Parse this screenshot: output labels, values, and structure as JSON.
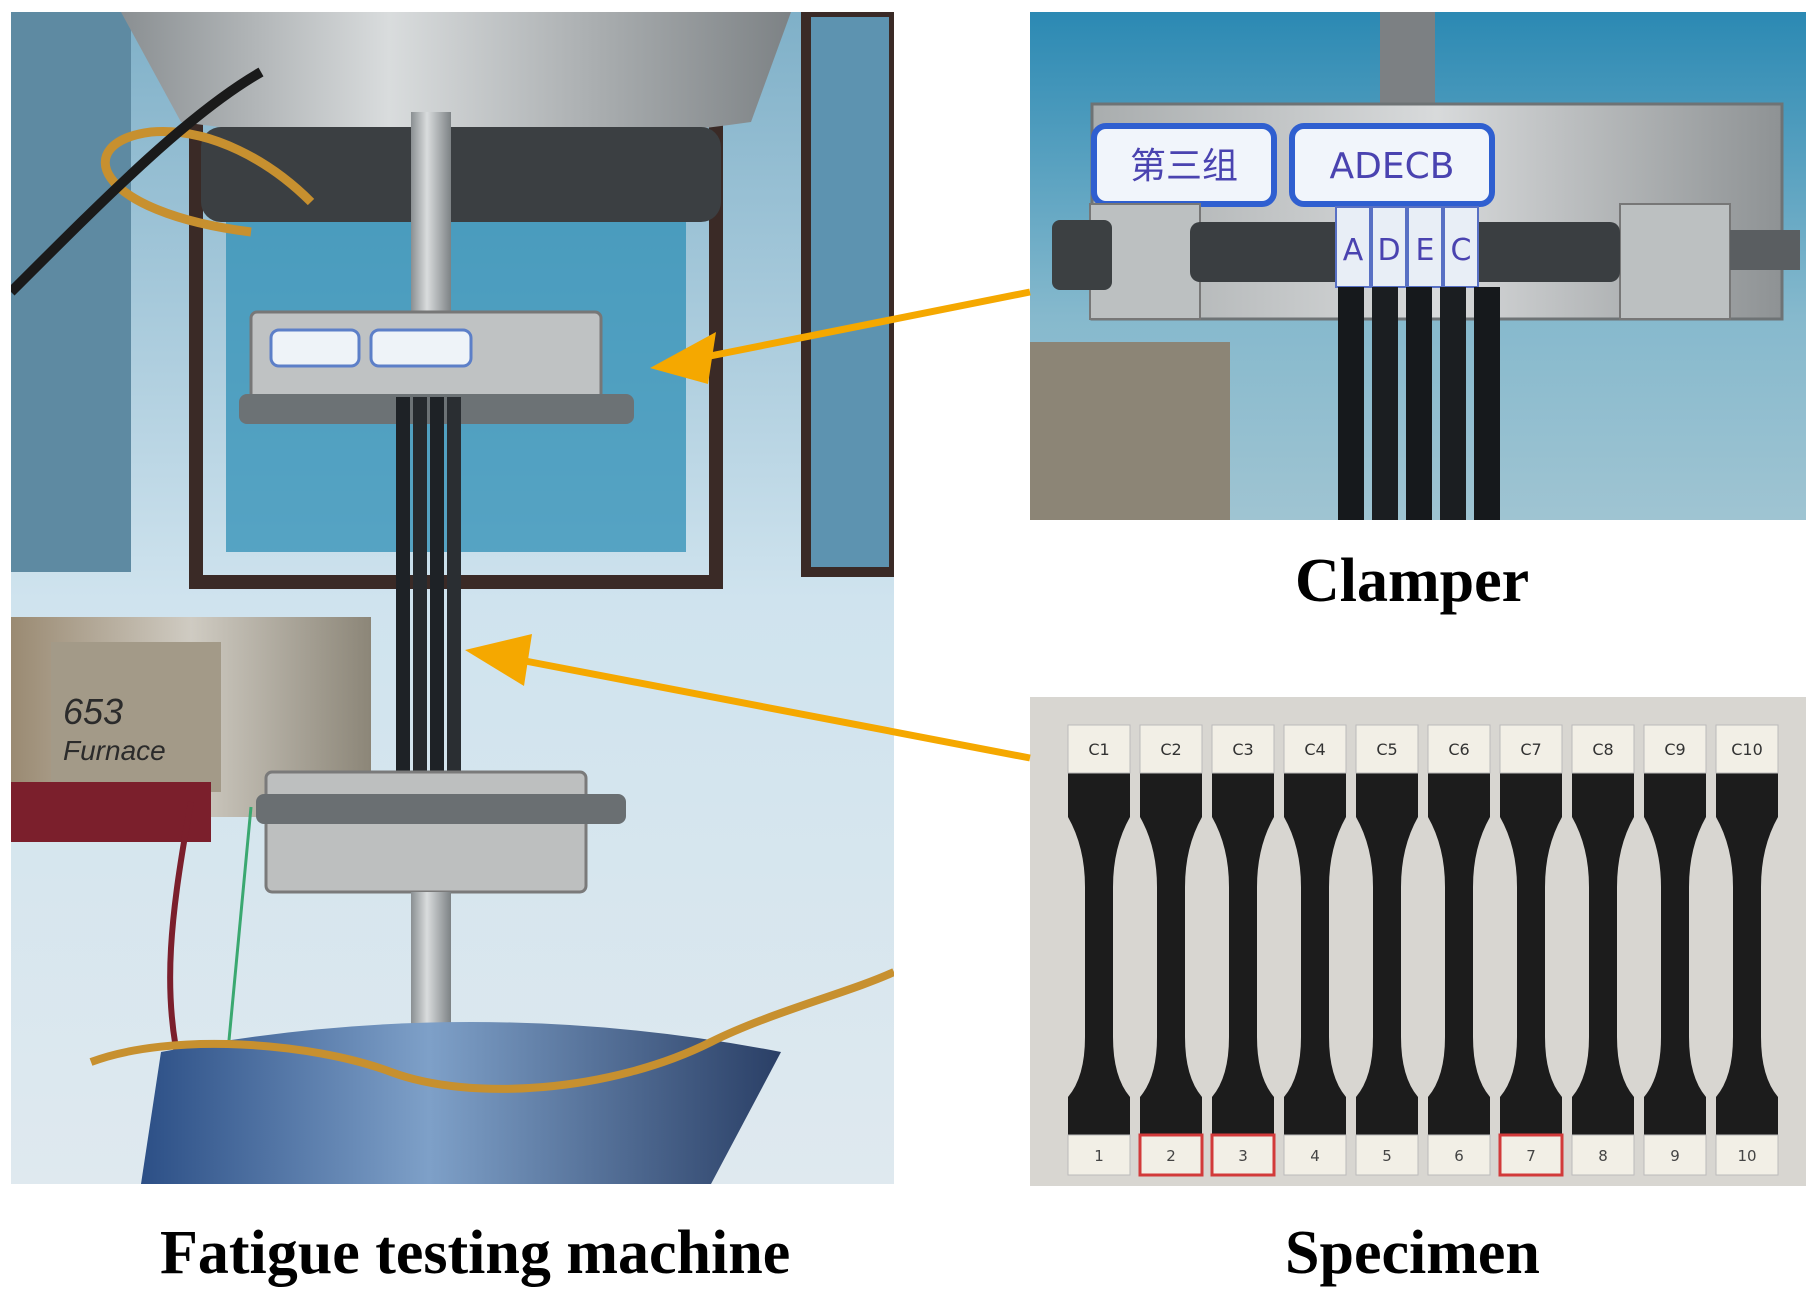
{
  "captions": {
    "machine": "Fatigue testing machine",
    "clamper": "Clamper",
    "specimen": "Specimen"
  },
  "machine_photo": {
    "furnace_model": "653",
    "furnace_label": "Furnace"
  },
  "clamper_photo": {
    "label_left": "第三组",
    "label_right": "ADECB",
    "tag_letters": [
      "A",
      "D",
      "E",
      "C"
    ]
  },
  "specimen_photo": {
    "top_tabs": [
      "C1",
      "C2",
      "C3",
      "C4",
      "C5",
      "C6",
      "C7",
      "C8",
      "C9",
      "C10"
    ],
    "bottom_tabs": [
      "1",
      "2",
      "3",
      "4",
      "5",
      "6",
      "7",
      "8",
      "9",
      "10"
    ]
  },
  "colors": {
    "arrow": "#f5a800",
    "specimen": "#1c1c1c",
    "steel": "#b9bcbd",
    "wall": "#cfe3ee"
  }
}
